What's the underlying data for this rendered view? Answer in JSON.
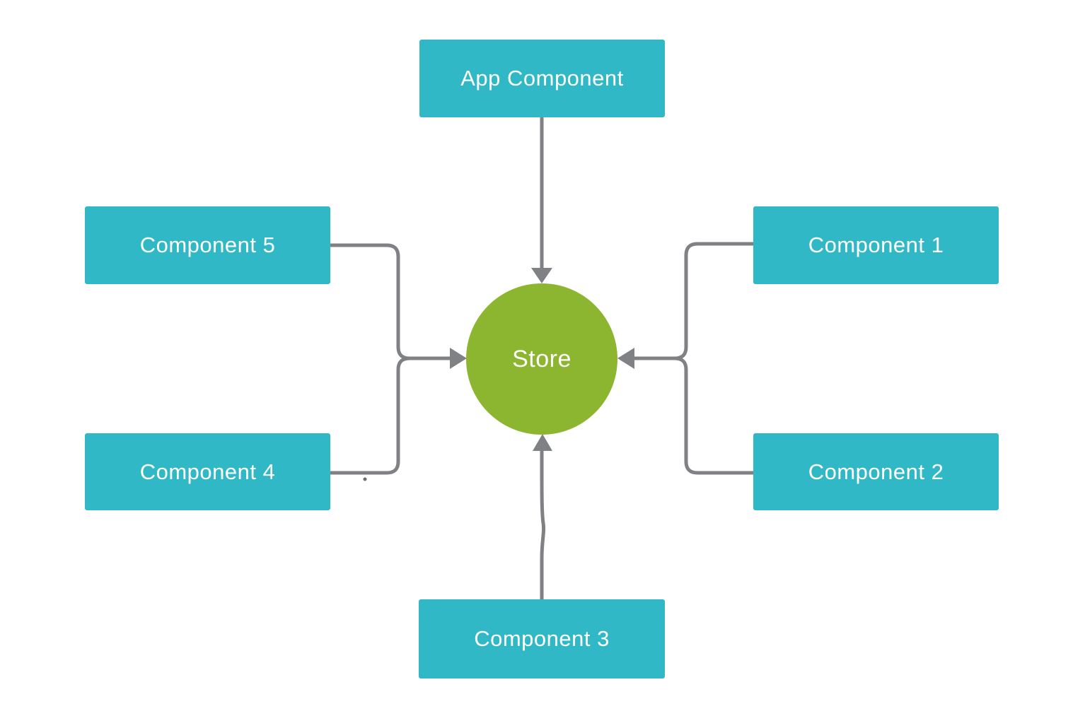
{
  "nodes": {
    "app": {
      "label": "App Component"
    },
    "c1": {
      "label": "Component 1"
    },
    "c2": {
      "label": "Component 2"
    },
    "c3": {
      "label": "Component 3"
    },
    "c4": {
      "label": "Component 4"
    },
    "c5": {
      "label": "Component 5"
    },
    "store": {
      "label": "Store"
    }
  },
  "colors": {
    "node-fill": "#31b8c7",
    "store-fill": "#8cb62f",
    "connector": "#808184",
    "label-text": "#ffffff",
    "canvas-bg": "#ffffff"
  }
}
